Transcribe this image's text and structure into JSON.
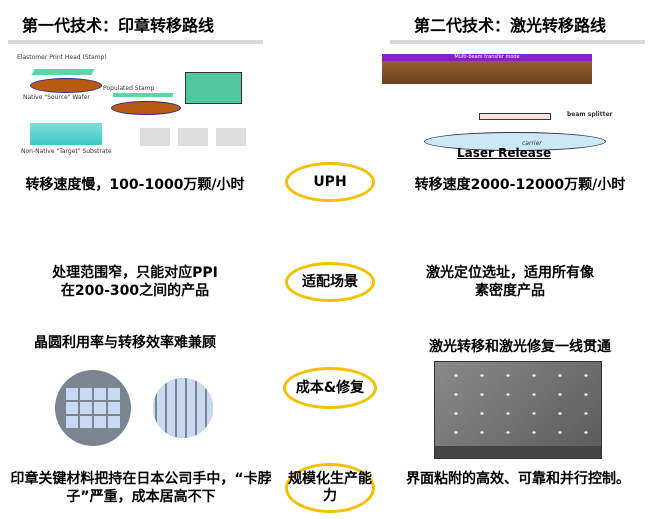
{
  "left": {
    "title": "第一代技术：印章转移路线",
    "figure_labels": {
      "stamp": "Elastomer Print Head (Stamp)",
      "source": "Native \"Source\" Wafer",
      "populated": "Populated Stamp",
      "target": "Non-Native \"Target\" Substrate"
    },
    "uph": "转移速度慢，100-1000万颗/小时",
    "scene": "处理范围窄，只能对应PPI在200-300之间的产品",
    "cost": "晶圆利用率与转移效率难兼顾",
    "scale": "印章关键材料把持在日本公司手中，“卡脖子”严重，成本居高不下"
  },
  "right": {
    "title": "第二代技术：激光转移路线",
    "figure_labels": {
      "banner": "Multi-beam transfer mode",
      "splitter": "beam splitter",
      "carrier": "carrier",
      "release": "Laser Release"
    },
    "uph": "转移速度2000-12000万颗/小时",
    "scene": "激光定位选址，适用所有像素密度产品",
    "cost": "激光转移和激光修复一线贯通",
    "scale": "界面粘附的高效、可靠和并行控制。"
  },
  "center": {
    "uph": "UPH",
    "scene": "适配场景",
    "cost": "成本&修复",
    "scale": "规模化生产能力"
  },
  "colors": {
    "oval": "#f5c000"
  }
}
